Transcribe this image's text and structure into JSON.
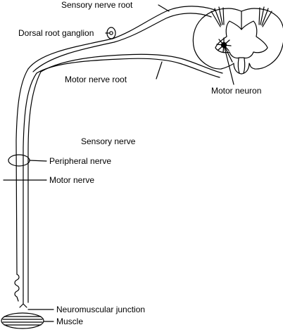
{
  "labels": {
    "sensory_nerve_root": "Sensory nerve root",
    "dorsal_root_ganglion": "Dorsal root ganglion",
    "motor_nerve_root": "Motor nerve root",
    "motor_neuron": "Motor neuron",
    "sensory_nerve": "Sensory nerve",
    "peripheral_nerve": "Peripheral nerve",
    "motor_nerve": "Motor nerve",
    "neuromuscular_junction": "Neuromuscular junction",
    "muscle": "Muscle"
  },
  "colors": {
    "ink": "#000000",
    "background": "#ffffff"
  }
}
